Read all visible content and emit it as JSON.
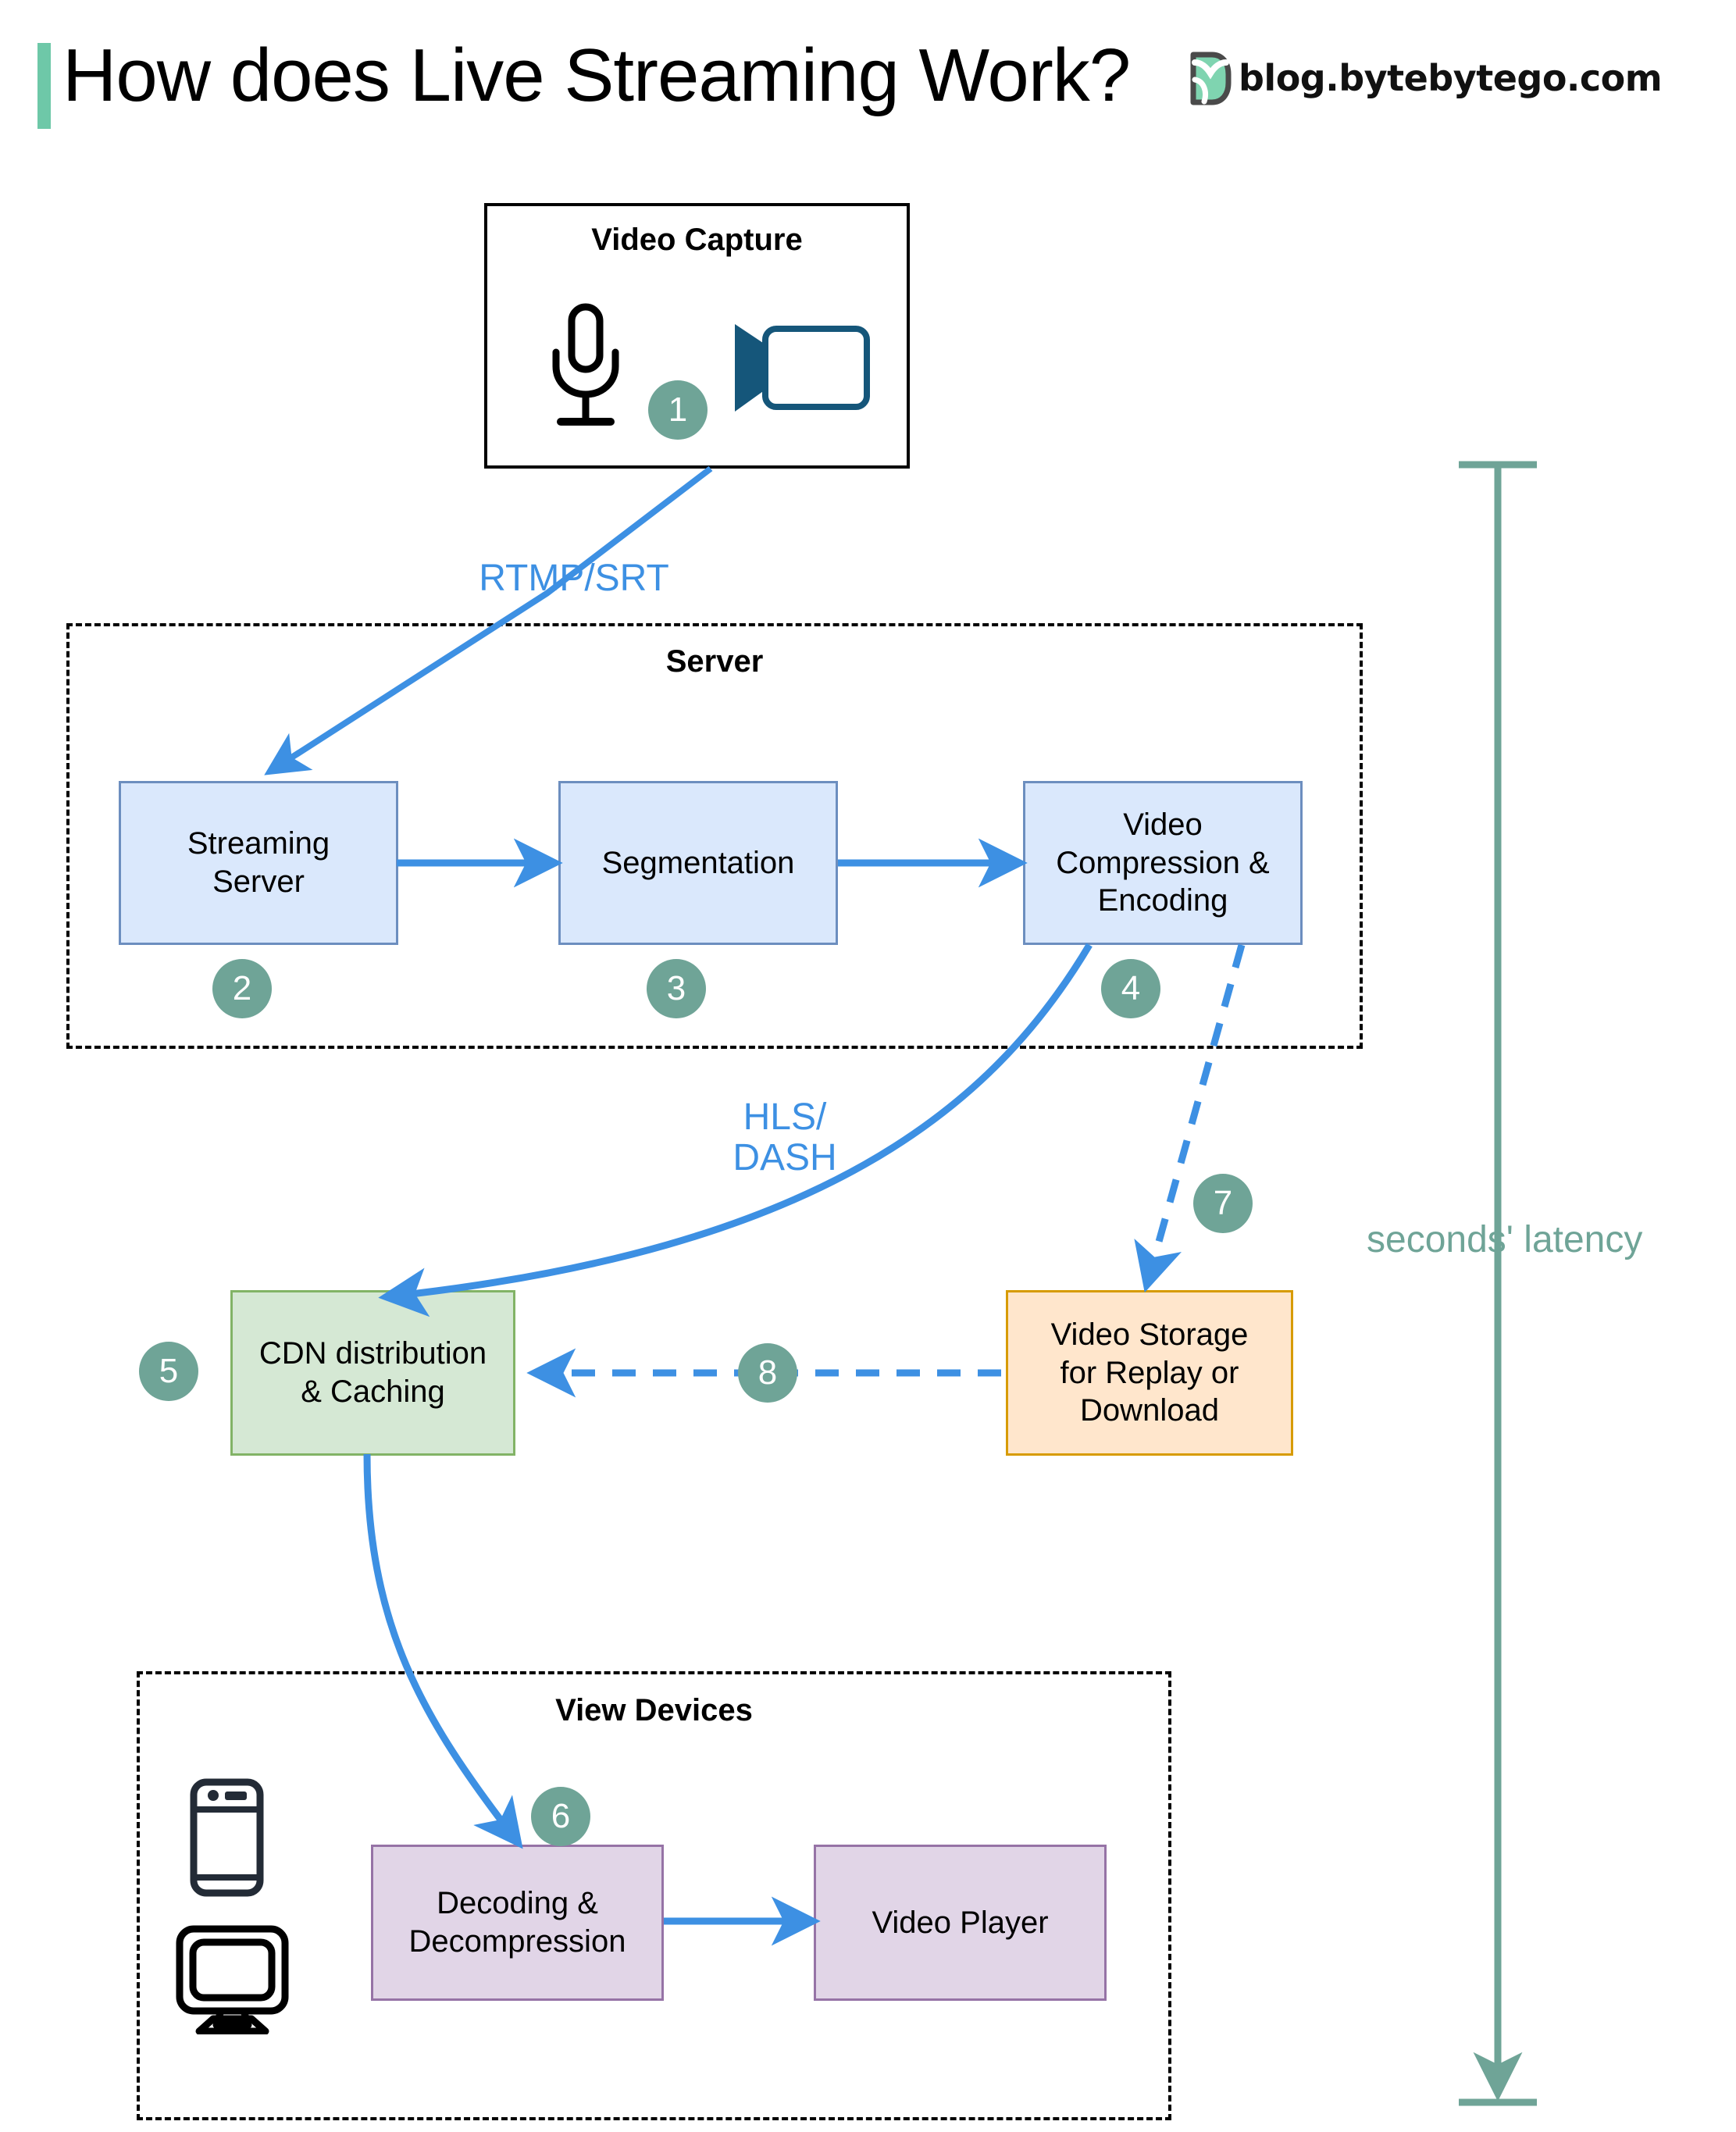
{
  "header": {
    "title": "How does Live Streaming Work?",
    "brand": "blog.bytebytego.com",
    "logo_icon": "bytebytego-logo-icon",
    "accent_color": "#6ec8a8"
  },
  "containers": [
    {
      "id": "video-capture",
      "title": "Video Capture",
      "style": "solid"
    },
    {
      "id": "server",
      "title": "Server",
      "style": "dashed"
    },
    {
      "id": "view-devices",
      "title": "View Devices",
      "style": "dashed"
    }
  ],
  "nodes": [
    {
      "id": "streaming-server",
      "label": "Streaming\nServer",
      "color": "blue",
      "fill": "#dae8fc",
      "stroke": "#6c8ebf"
    },
    {
      "id": "segmentation",
      "label": "Segmentation",
      "color": "blue",
      "fill": "#dae8fc",
      "stroke": "#6c8ebf"
    },
    {
      "id": "video-compression-encoding",
      "label": "Video\nCompression &\nEncoding",
      "color": "blue",
      "fill": "#dae8fc",
      "stroke": "#6c8ebf"
    },
    {
      "id": "cdn-distribution-caching",
      "label": "CDN distribution\n& Caching",
      "color": "green",
      "fill": "#d5e8d4",
      "stroke": "#82b366"
    },
    {
      "id": "video-storage",
      "label": "Video Storage\nfor Replay or\nDownload",
      "color": "orange",
      "fill": "#ffe6cc",
      "stroke": "#d79b00"
    },
    {
      "id": "decoding-decompression",
      "label": "Decoding &\nDecompression",
      "color": "purple",
      "fill": "#e1d5e7",
      "stroke": "#9673a6"
    },
    {
      "id": "video-player",
      "label": "Video Player",
      "color": "purple",
      "fill": "#e1d5e7",
      "stroke": "#9673a6"
    }
  ],
  "steps": [
    {
      "number": "1",
      "for": "video-capture"
    },
    {
      "number": "2",
      "for": "streaming-server"
    },
    {
      "number": "3",
      "for": "segmentation"
    },
    {
      "number": "4",
      "for": "video-compression-encoding"
    },
    {
      "number": "5",
      "for": "cdn-distribution-caching"
    },
    {
      "number": "6",
      "for": "decoding-decompression"
    },
    {
      "number": "7",
      "for": "video-storage"
    },
    {
      "number": "8",
      "for": "storage-to-cdn"
    }
  ],
  "edge_labels": [
    {
      "id": "rtmp-srt",
      "text": "RTMP/SRT",
      "color": "#3d90e3"
    },
    {
      "id": "hls-dash",
      "text": "HLS/\nDASH",
      "color": "#3d90e3"
    }
  ],
  "annotation": {
    "latency_label": "seconds' latency",
    "latency_color": "#6fa497"
  },
  "icons": {
    "microphone": "microphone-icon",
    "camcorder": "camcorder-icon",
    "smartphone": "smartphone-icon",
    "monitor": "monitor-icon"
  },
  "palette": {
    "arrow_blue": "#3d90e3",
    "badge_teal": "#6fa497",
    "camcorder_navy": "#15567a"
  }
}
